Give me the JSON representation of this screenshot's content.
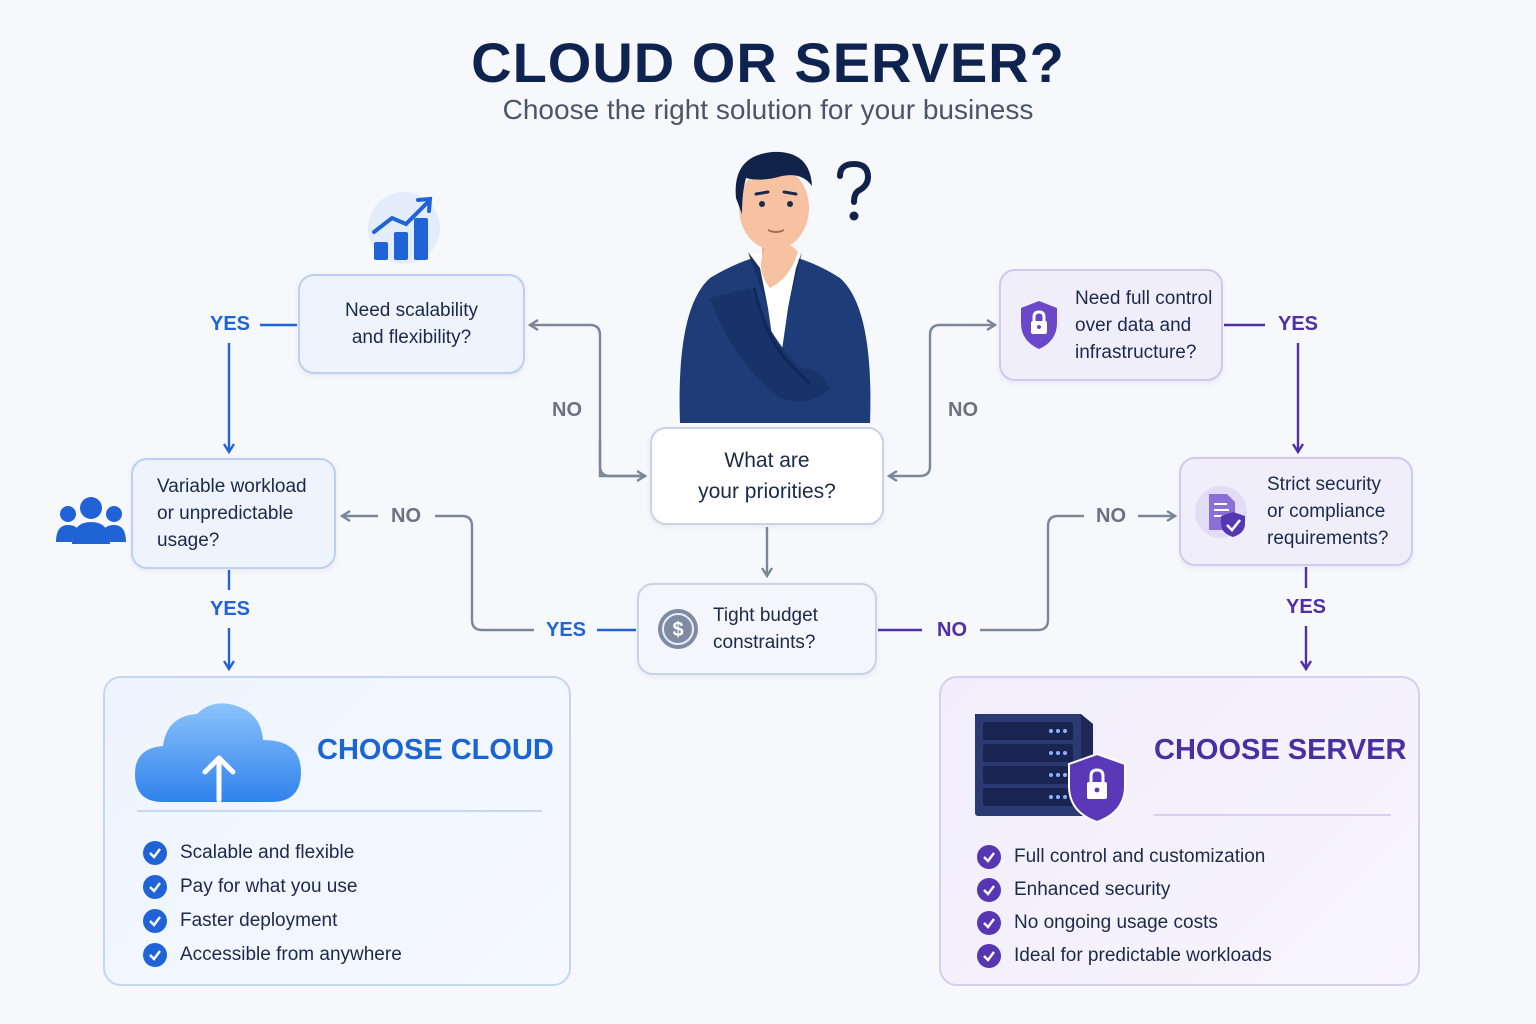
{
  "header": {
    "title": "CLOUD OR SERVER?",
    "subtitle": "Choose the right solution for your business"
  },
  "nodes": {
    "priorities": "What are\nyour priorities?",
    "scalability": "Need scalability\nand flexibility?",
    "workload": "Variable workload\nor unpredictable\nusage?",
    "budget": "Tight budget\nconstraints?",
    "control": "Need full control\nover data and\ninfrastructure?",
    "security": "Strict security\nor compliance\nrequirements?"
  },
  "labels": {
    "scalability_yes": "YES",
    "scalability_no": "NO",
    "workload_yes": "YES",
    "workload_no": "NO",
    "budget_yes": "YES",
    "budget_no": "NO",
    "control_no": "NO",
    "control_yes": "YES",
    "security_no": "NO",
    "security_yes": "YES"
  },
  "cloud": {
    "title": "CHOOSE CLOUD",
    "benefits": [
      "Scalable and flexible",
      "Pay for what you use",
      "Faster deployment",
      "Accessible from anywhere"
    ]
  },
  "server": {
    "title": "CHOOSE SERVER",
    "benefits": [
      "Full control and customization",
      "Enhanced security",
      "No ongoing usage costs",
      "Ideal for predictable workloads"
    ]
  },
  "icons": {
    "thinker": "thinking-person-icon",
    "question": "question-mark-icon",
    "growth": "growth-chart-icon",
    "users": "users-group-icon",
    "dollar": "dollar-coin-icon",
    "shield_lock": "shield-lock-icon",
    "document_shield": "document-shield-icon",
    "cloud_upload": "cloud-upload-icon",
    "server_rack": "server-rack-icon"
  },
  "colors": {
    "title": "#0f2350",
    "cloud_accent": "#1f63d6",
    "server_accent": "#4e2fa8",
    "neutral_line": "#7b8698"
  }
}
